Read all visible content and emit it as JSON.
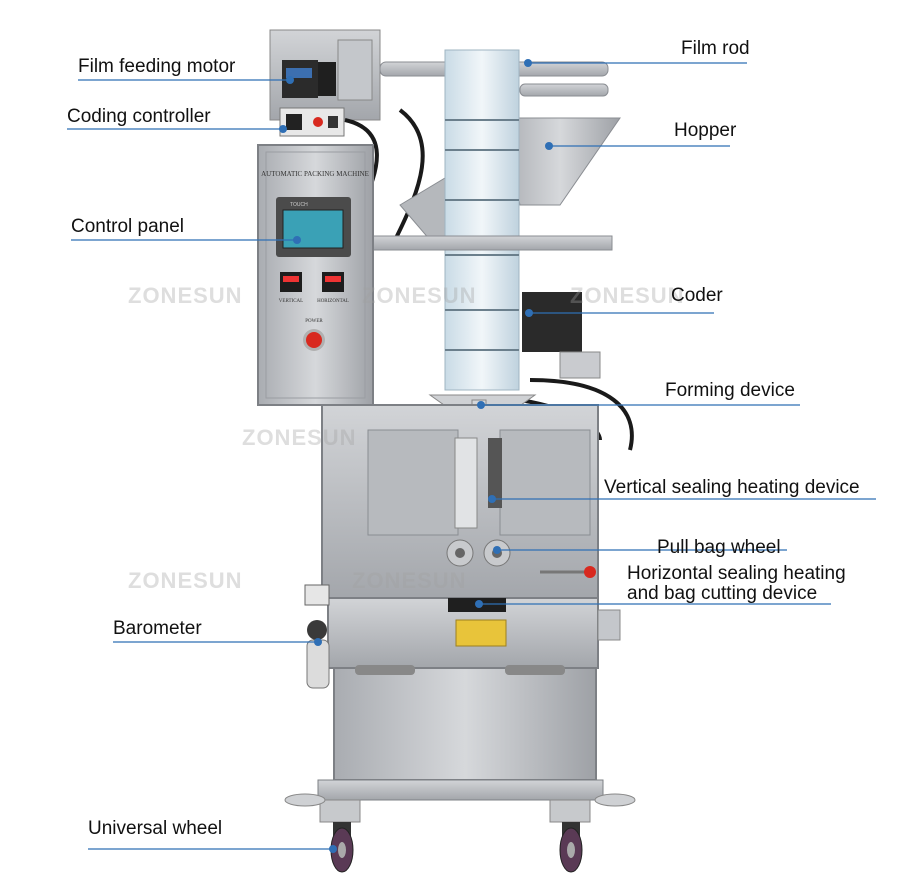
{
  "machine": {
    "panel_title": "AUTOMATIC PACKING MACHINE",
    "touch_label": "TOUCH",
    "vertical_label": "VERTICAL",
    "horizontal_label": "HORIZONTAL",
    "power_label": "POWER"
  },
  "watermark": "ZONESUN",
  "labels": {
    "film_feeding_motor": "Film feeding motor",
    "coding_controller": "Coding controller",
    "control_panel": "Control panel",
    "barometer": "Barometer",
    "universal_wheel": "Universal wheel",
    "film_rod": "Film rod",
    "hopper": "Hopper",
    "coder": "Coder",
    "forming_device": "Forming device",
    "vertical_sealing": "Vertical sealing heating device",
    "pull_bag_wheel": "Pull bag wheel",
    "horizontal_sealing_line1": "Horizontal sealing heating",
    "horizontal_sealing_line2": "and bag cutting device"
  },
  "colors": {
    "leader_line": "#2f6fb5",
    "steel": "#b9bcc0",
    "steel_dark": "#8d9095",
    "screen": "#3aa1b6",
    "power_button": "#d8291f"
  }
}
